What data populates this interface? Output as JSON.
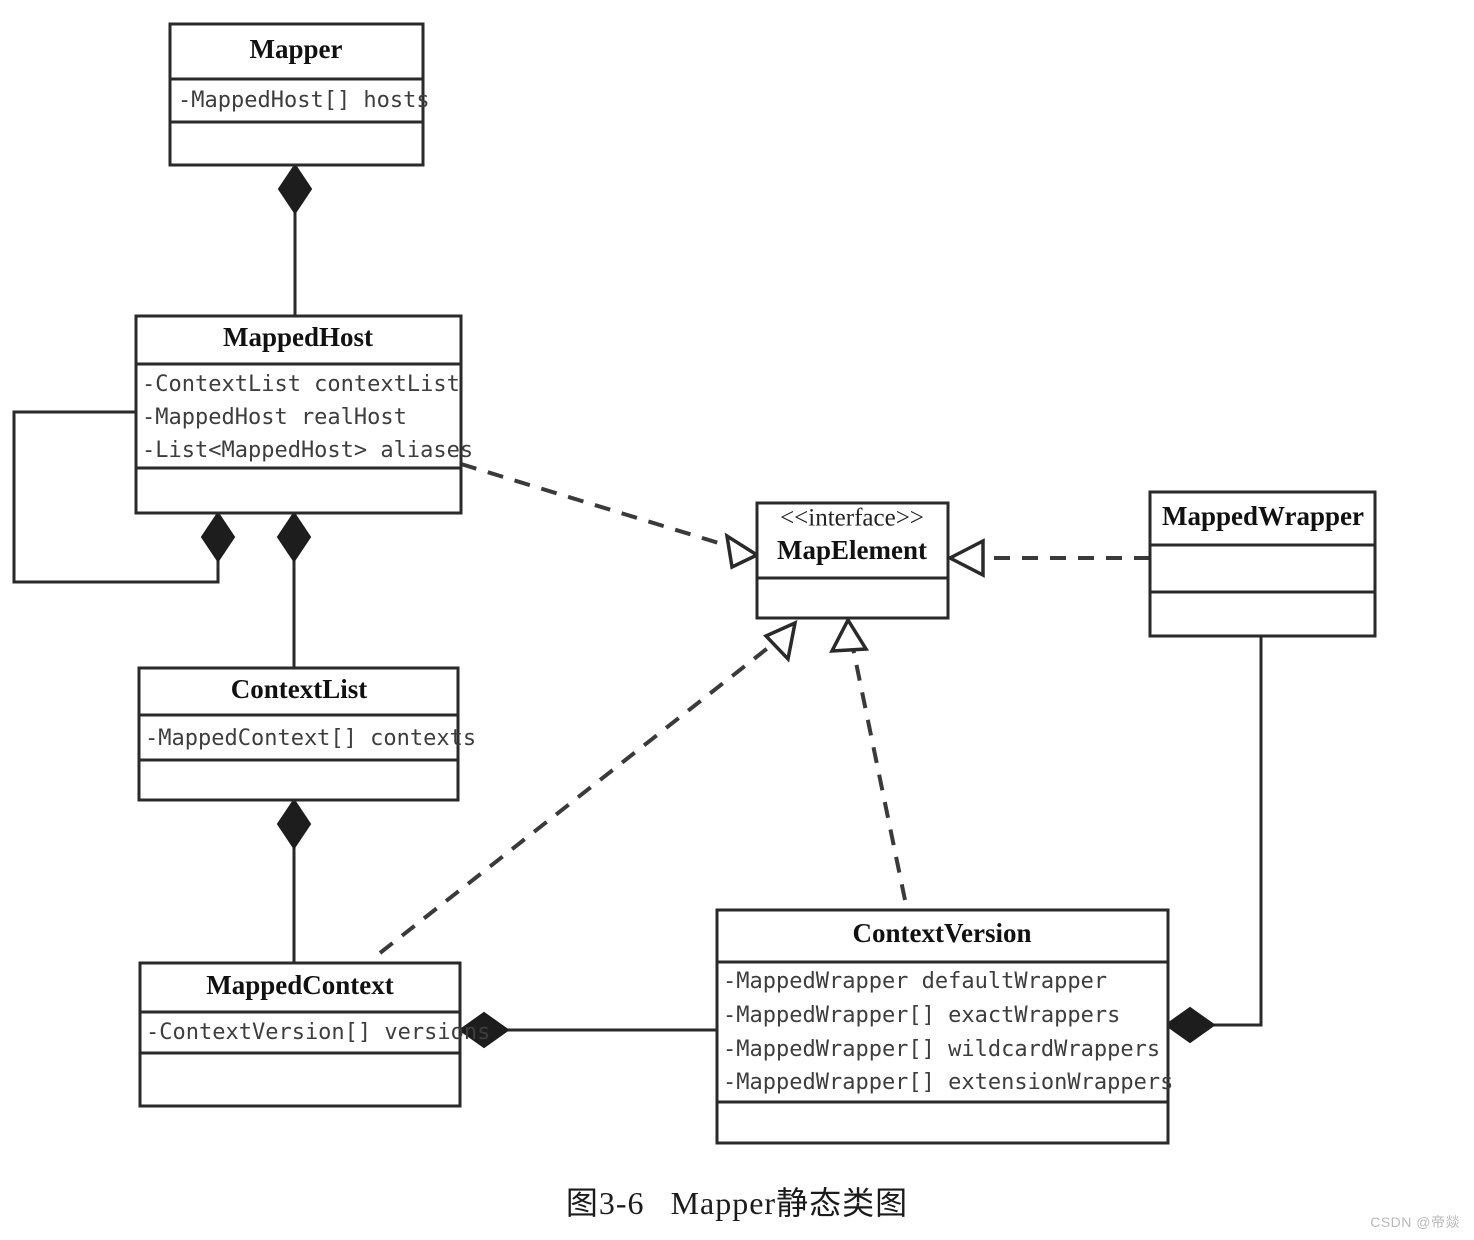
{
  "figure": {
    "number": "图3-6",
    "title": "Mapper静态类图",
    "watermark": "CSDN @帝燚"
  },
  "diagram": {
    "type": "uml-class-diagram",
    "colors": {
      "stroke": "#2a2a2a",
      "fill": "#ffffff",
      "attribute_text": "#3d3d3d",
      "title_text": "#111111"
    },
    "classes": [
      {
        "id": "mapper",
        "name": "Mapper",
        "stereotype": "",
        "attributes": [
          "-MappedHost[] hosts"
        ],
        "operations": []
      },
      {
        "id": "mappedhost",
        "name": "MappedHost",
        "stereotype": "",
        "attributes": [
          "-ContextList contextList",
          "-MappedHost realHost",
          "-List<MappedHost> aliases"
        ],
        "operations": []
      },
      {
        "id": "contextlist",
        "name": "ContextList",
        "stereotype": "",
        "attributes": [
          "-MappedContext[] contexts"
        ],
        "operations": []
      },
      {
        "id": "mappedcontext",
        "name": "MappedContext",
        "stereotype": "",
        "attributes": [
          "-ContextVersion[] versions"
        ],
        "operations": []
      },
      {
        "id": "mapelement",
        "name": "MapElement",
        "stereotype": "<<interface>>",
        "attributes": [],
        "operations": []
      },
      {
        "id": "mappedwrapper",
        "name": "MappedWrapper",
        "stereotype": "",
        "attributes": [],
        "operations": []
      },
      {
        "id": "contextversion",
        "name": "ContextVersion",
        "stereotype": "",
        "attributes": [
          "-MappedWrapper defaultWrapper",
          "-MappedWrapper[] exactWrappers",
          "-MappedWrapper[] wildcardWrappers",
          "-MappedWrapper[] extensionWrappers"
        ],
        "operations": []
      }
    ],
    "relations": [
      {
        "id": "r1",
        "kind": "composition",
        "from": "mapper",
        "to": "mappedhost"
      },
      {
        "id": "r2",
        "kind": "composition",
        "from": "mappedhost",
        "to": "mappedhost"
      },
      {
        "id": "r3",
        "kind": "composition",
        "from": "mappedhost",
        "to": "contextlist"
      },
      {
        "id": "r4",
        "kind": "composition",
        "from": "contextlist",
        "to": "mappedcontext"
      },
      {
        "id": "r5",
        "kind": "composition",
        "from": "mappedcontext",
        "to": "contextversion"
      },
      {
        "id": "r6",
        "kind": "composition",
        "from": "contextversion",
        "to": "mappedwrapper"
      },
      {
        "id": "r7",
        "kind": "realization",
        "from": "mappedhost",
        "to": "mapelement"
      },
      {
        "id": "r8",
        "kind": "realization",
        "from": "mappedcontext",
        "to": "mapelement"
      },
      {
        "id": "r9",
        "kind": "realization",
        "from": "contextversion",
        "to": "mapelement"
      },
      {
        "id": "r10",
        "kind": "realization",
        "from": "mappedwrapper",
        "to": "mapelement"
      }
    ]
  }
}
